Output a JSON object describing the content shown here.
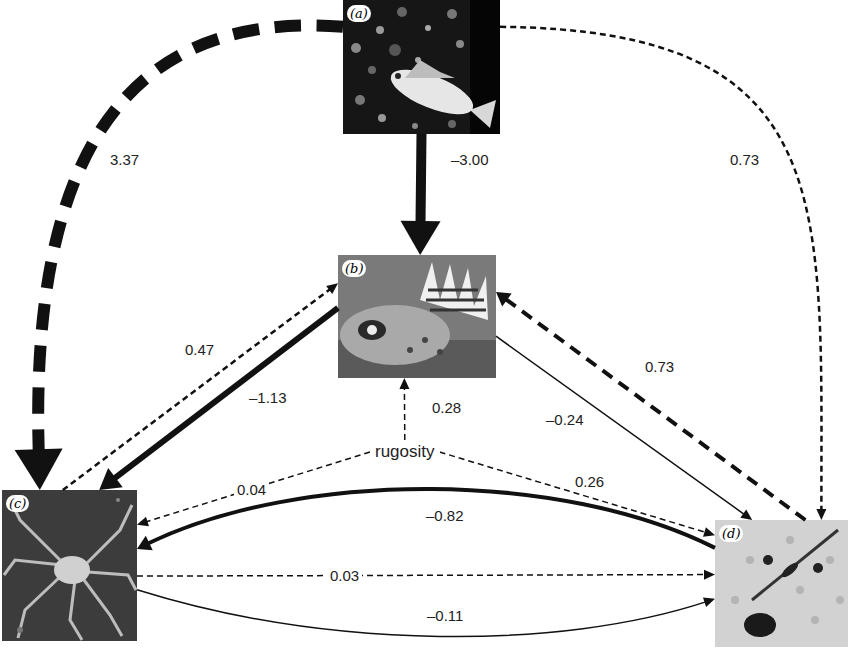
{
  "diagram": {
    "nodes": [
      {
        "text": [
          "(a)"
        ]
      },
      {
        "text": [
          "(b)"
        ]
      },
      {
        "text": [
          "rugosity"
        ]
      },
      {
        "text": [
          "(c)"
        ]
      },
      {
        "text": [
          "(d)"
        ]
      }
    ],
    "edges": [
      {
        "from": 0,
        "to": 3,
        "label": "3.37",
        "arrow": "to"
      },
      {
        "from": 0,
        "to": 1,
        "label": "–3.00",
        "arrow": "to"
      },
      {
        "from": 0,
        "to": 4,
        "label": "0.73",
        "arrow": "to"
      },
      {
        "from": 3,
        "to": 1,
        "label": "0.47",
        "arrow": "to"
      },
      {
        "from": 1,
        "to": 3,
        "label": "–1.13",
        "arrow": "to"
      },
      {
        "from": 2,
        "to": 1,
        "label": "0.28",
        "arrow": "to"
      },
      {
        "from": 1,
        "to": 4,
        "label": "–0.24",
        "arrow": "to"
      },
      {
        "from": 4,
        "to": 1,
        "label": "0.73",
        "arrow": "to"
      },
      {
        "from": 2,
        "to": 3,
        "label": "0.04",
        "arrow": "to"
      },
      {
        "from": 2,
        "to": 4,
        "label": "0.26",
        "arrow": "to"
      },
      {
        "from": 4,
        "to": 3,
        "label": "–0.82",
        "arrow": "to"
      },
      {
        "from": 3,
        "to": 4,
        "label": "0.03",
        "arrow": "to"
      },
      {
        "from": 3,
        "to": 4,
        "label": "–0.11",
        "arrow": "to"
      }
    ]
  }
}
